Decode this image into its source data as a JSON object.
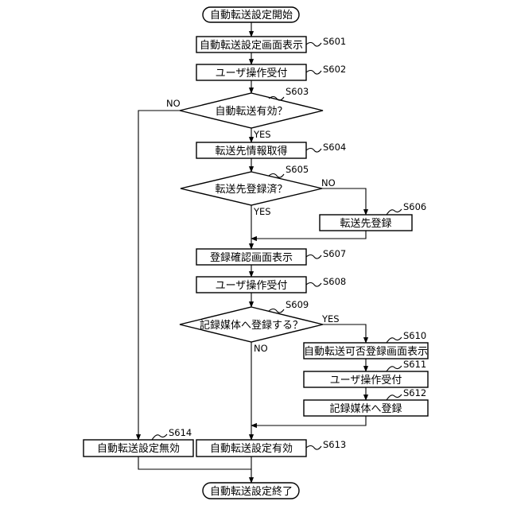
{
  "nodes": {
    "start": "自動転送設定開始",
    "s601": "自動転送設定画面表示",
    "s602": "ユーザ操作受付",
    "s603": "自動転送有効？",
    "s604": "転送先情報取得",
    "s605": "転送先登録済？",
    "s606": "転送先登録",
    "s607": "登録確認画面表示",
    "s608": "ユーザ操作受付",
    "s609": "記録媒体へ登録する？",
    "s610": "自動転送可否登録画面表示",
    "s611": "ユーザ操作受付",
    "s612": "記録媒体へ登録",
    "s613": "自動転送設定有効",
    "s614": "自動転送設定無効",
    "end": "自動転送設定終了"
  },
  "steps": {
    "s601": "S601",
    "s602": "S602",
    "s603": "S603",
    "s604": "S604",
    "s605": "S605",
    "s606": "S606",
    "s607": "S607",
    "s608": "S608",
    "s609": "S609",
    "s610": "S610",
    "s611": "S611",
    "s612": "S612",
    "s613": "S613",
    "s614": "S614"
  },
  "labels": {
    "s603_no": "NO",
    "s603_yes": "YES",
    "s605_no": "NO",
    "s605_yes": "YES",
    "s609_yes": "YES",
    "s609_no": "NO"
  }
}
